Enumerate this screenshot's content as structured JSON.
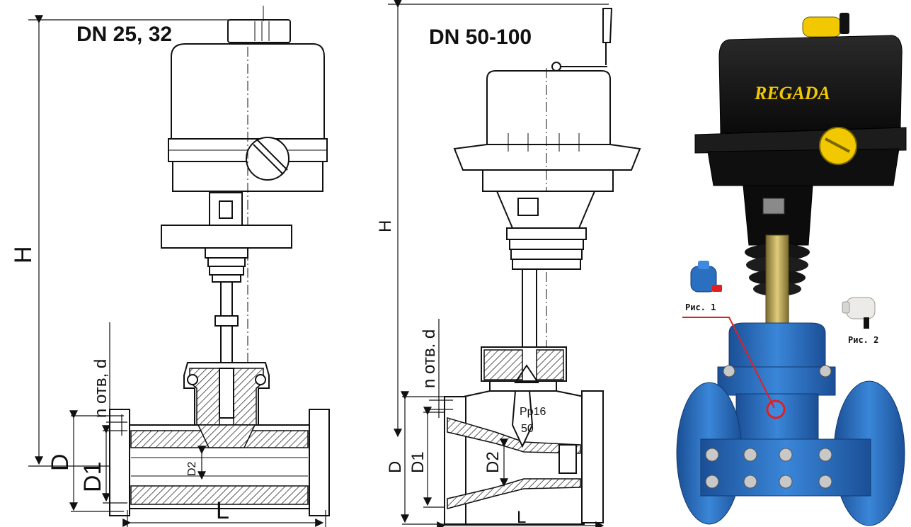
{
  "left_drawing": {
    "title": "DN 25, 32",
    "dim_H": "H",
    "dim_D": "D",
    "dim_D1": "D1",
    "dim_D2": "D2",
    "dim_L": "L",
    "holes": "n отв, d"
  },
  "middle_drawing": {
    "title": "DN 50-100",
    "dim_H": "H",
    "dim_D": "D",
    "dim_D1": "D1",
    "dim_D2": "D2",
    "dim_L": "L",
    "holes": "n отв. d",
    "marking_pressure": "Pp16",
    "marking_dn": "50"
  },
  "photo": {
    "brand": "REGADA",
    "fig1_label": "Рис. 1",
    "fig2_label": "Рис. 2"
  },
  "colors": {
    "valve_blue": "#2a6fc0",
    "actuator_black": "#141414",
    "brand_yellow": "#f2c800",
    "pointer_red": "#e02020",
    "line": "#111111"
  }
}
